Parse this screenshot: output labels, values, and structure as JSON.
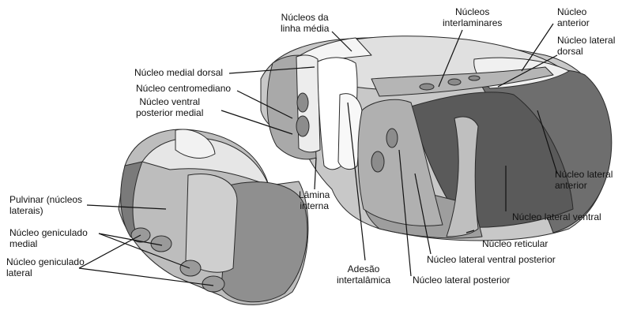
{
  "labels": {
    "nucleos_linha_media": [
      "Núcleos da",
      "linha média"
    ],
    "nucleos_interlaminares": [
      "Núcleos",
      "interlaminares"
    ],
    "nucleo_anterior": [
      "Núcleo",
      "anterior"
    ],
    "nucleo_lateral_dorsal": [
      "Núcleo lateral",
      "dorsal"
    ],
    "nucleo_medial_dorsal": "Núcleo medial dorsal",
    "nucleo_centromediano": "Núcleo centromediano",
    "nucleo_ventral_posterior_medial": [
      "Núcleo ventral",
      "posterior medial"
    ],
    "nucleo_lateral_anterior": [
      "Núcleo lateral",
      "anterior"
    ],
    "lamina_interna": [
      "Lâmina",
      "interna"
    ],
    "pulvinar": [
      "Pulvinar (núcleos",
      "laterais)"
    ],
    "nucleo_lateral_ventral": "Núcleo lateral ventral",
    "nucleo_geniculado_medial": [
      "Núcleo geniculado",
      "medial"
    ],
    "nucleo_reticular": "Núcleo reticular",
    "nucleo_geniculado_lateral": [
      "Núcleo geniculado",
      "lateral"
    ],
    "nucleo_lateral_ventral_posterior": "Núcleo lateral ventral posterior",
    "adesao_intertalamica": [
      "Adesão",
      "intertalâmica"
    ],
    "nucleo_lateral_posterior": "Núcleo lateral posterior"
  }
}
